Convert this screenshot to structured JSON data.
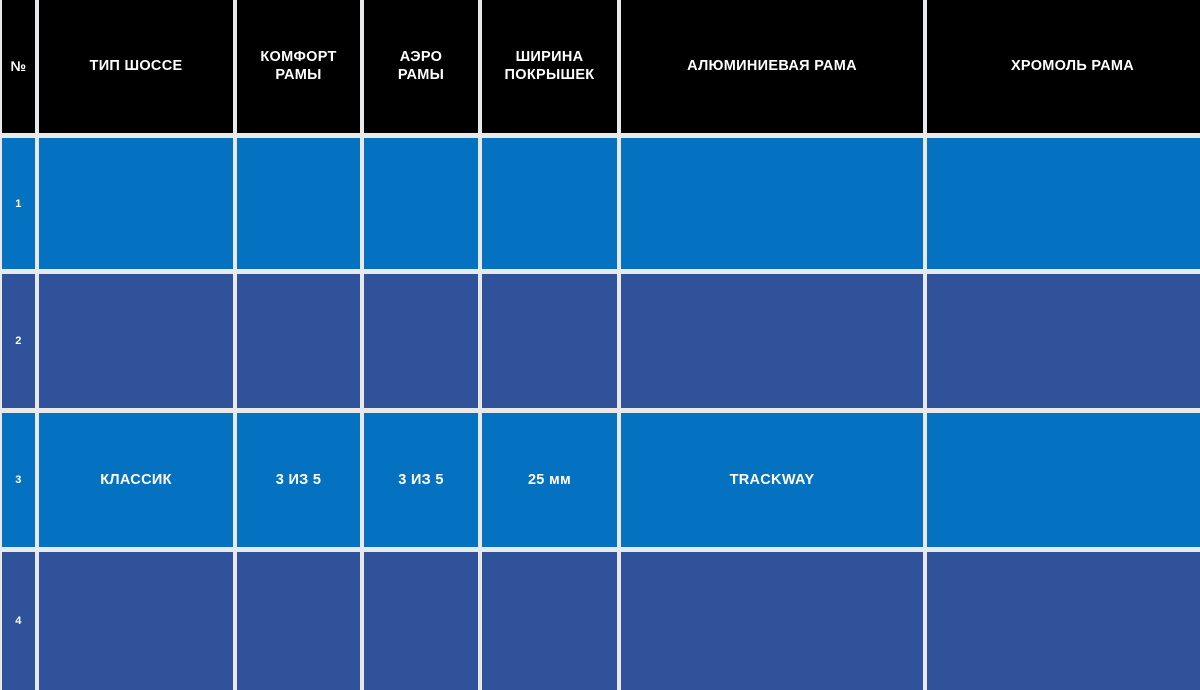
{
  "colors": {
    "header_bg": "#000000",
    "header_text": "#ffffff",
    "row_light": "#0572c1",
    "row_dark": "#30529a",
    "cell_text": "#ffffff",
    "page_bg": "#e9e9ec"
  },
  "table": {
    "columns": [
      {
        "key": "num",
        "label": "№"
      },
      {
        "key": "road_type",
        "label": "ТИП ШОССЕ"
      },
      {
        "key": "comfort",
        "label": "КОМФОРТ\nРАМЫ"
      },
      {
        "key": "aero",
        "label": "АЭРО\nРАМЫ"
      },
      {
        "key": "tire",
        "label": "ШИРИНА\nПОКРЫШЕК"
      },
      {
        "key": "alu",
        "label": "АЛЮМИНИЕВАЯ РАМА"
      },
      {
        "key": "chromoly",
        "label": "ХРОМОЛЬ РАМА"
      }
    ],
    "rows": [
      {
        "style": "row-light",
        "cells": {
          "num": "1",
          "road_type": "",
          "comfort": "",
          "aero": "",
          "tire": "",
          "alu": "",
          "chromoly": ""
        }
      },
      {
        "style": "row-dark",
        "cells": {
          "num": "2",
          "road_type": "",
          "comfort": "",
          "aero": "",
          "tire": "",
          "alu": "",
          "chromoly": ""
        }
      },
      {
        "style": "row-light",
        "cells": {
          "num": "3",
          "road_type": "КЛАССИК",
          "comfort": "3 ИЗ 5",
          "aero": "3 ИЗ 5",
          "tire": "25 мм",
          "alu": "TRACKWAY",
          "chromoly": ""
        }
      },
      {
        "style": "row-dark",
        "cells": {
          "num": "4",
          "road_type": "",
          "comfort": "",
          "aero": "",
          "tire": "",
          "alu": "",
          "chromoly": ""
        }
      }
    ]
  }
}
